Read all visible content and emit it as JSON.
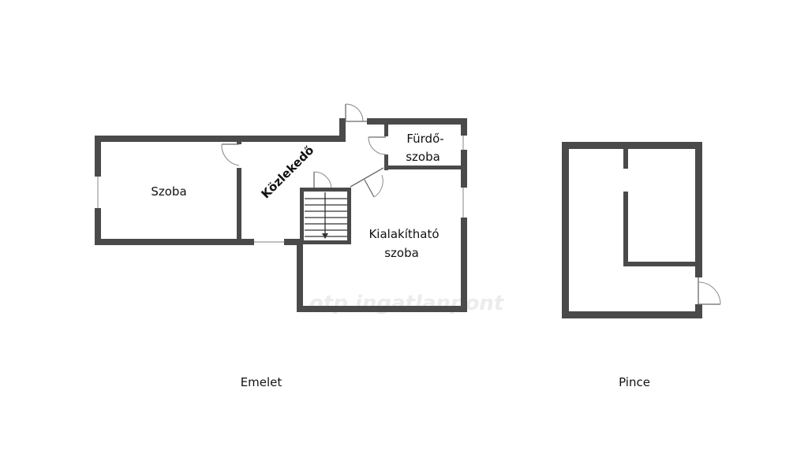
{
  "emelet": {
    "caption": "Emelet",
    "rooms": {
      "szoba": "Szoba",
      "kozlekedo": "Közlekedő",
      "furdo_line1": "Fürdő-",
      "furdo_line2": "szoba",
      "kialakithato_line1": "Kialakítható",
      "kialakithato_line2": "szoba"
    }
  },
  "pince": {
    "caption": "Pince"
  },
  "watermark": "otp ingatlanpont"
}
